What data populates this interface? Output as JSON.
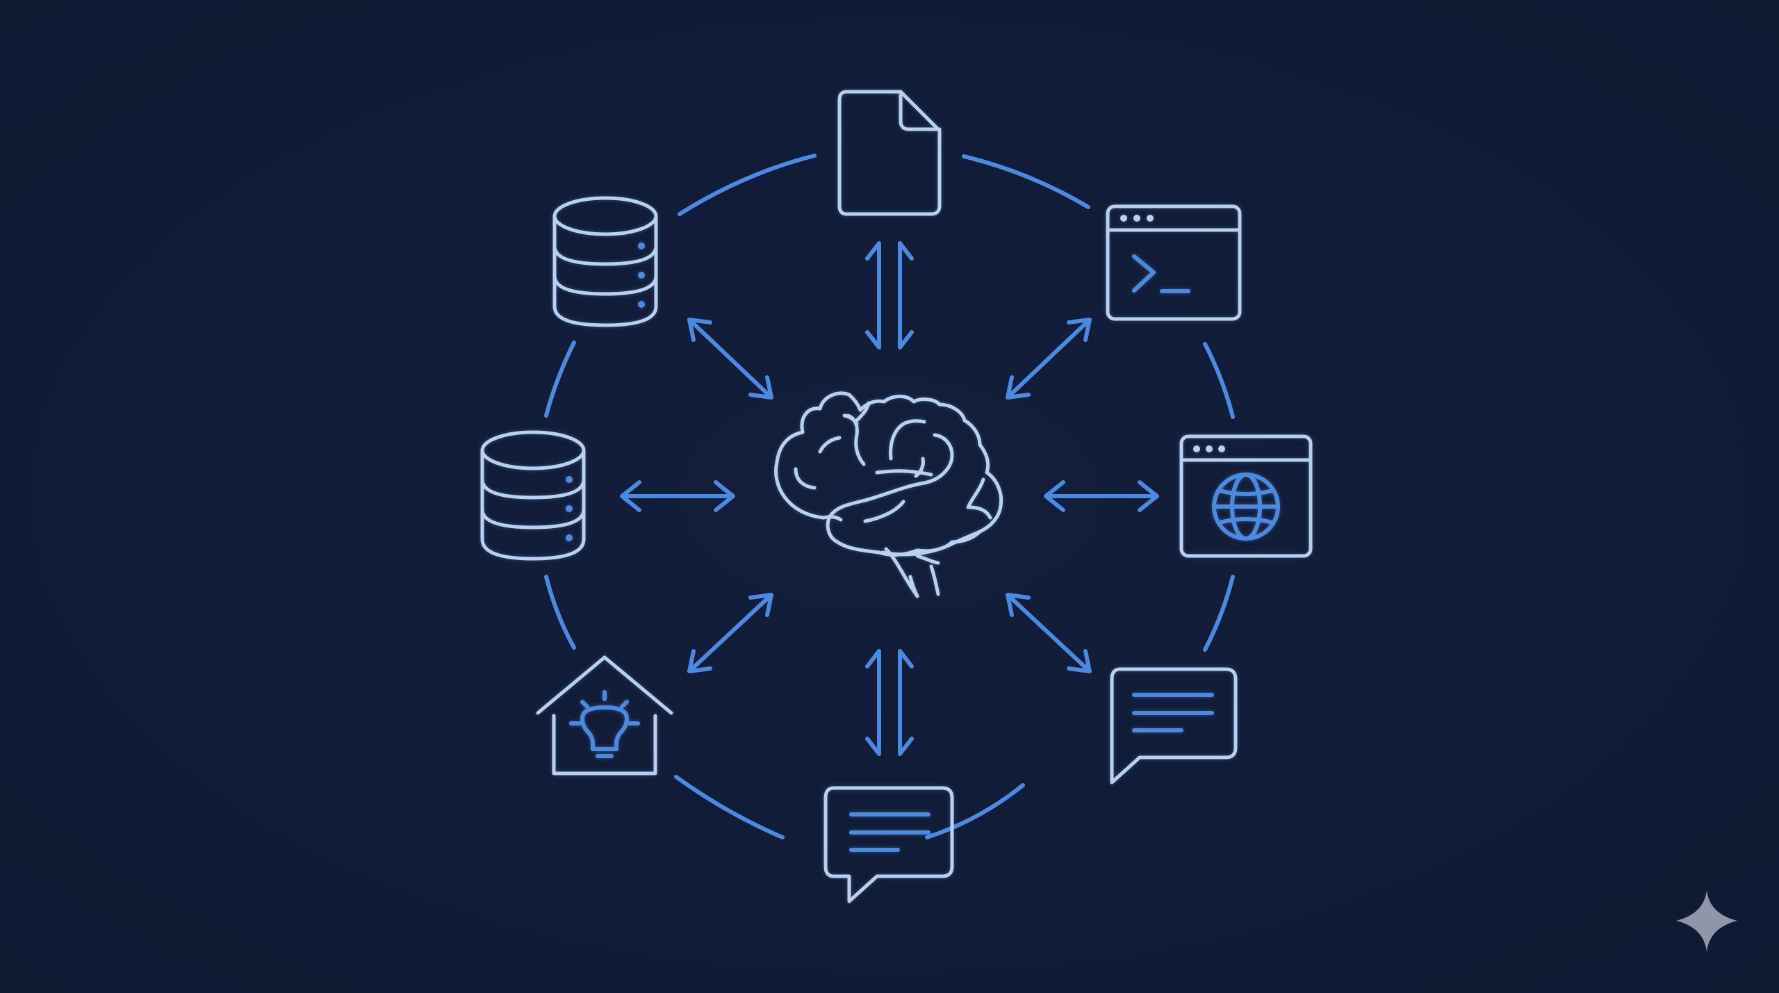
{
  "diagram": {
    "title": "",
    "description": "Central brain (AI model) connected by bidirectional arrows to eight surrounding tools/data sources arranged in a ring",
    "background_color": "#111c37",
    "outline_color": "#b9d1ee",
    "accent_color": "#4a8ae0",
    "center": {
      "icon": "brain-icon",
      "label": ""
    },
    "nodes": [
      {
        "id": "top",
        "icon": "document-icon",
        "position": "top"
      },
      {
        "id": "top-right",
        "icon": "terminal-window-icon",
        "position": "top-right"
      },
      {
        "id": "right",
        "icon": "browser-globe-icon",
        "position": "right"
      },
      {
        "id": "bottom-right",
        "icon": "chat-bubble-icon",
        "position": "bottom-right"
      },
      {
        "id": "bottom",
        "icon": "chat-bubble-icon",
        "position": "bottom"
      },
      {
        "id": "bottom-left",
        "icon": "smart-home-lightbulb-icon",
        "position": "bottom-left"
      },
      {
        "id": "left",
        "icon": "database-icon",
        "position": "left"
      },
      {
        "id": "top-left",
        "icon": "database-icon",
        "position": "top-left"
      }
    ],
    "connections": [
      {
        "from": "center",
        "to": "top",
        "type": "bidirectional"
      },
      {
        "from": "center",
        "to": "top-right",
        "type": "bidirectional"
      },
      {
        "from": "center",
        "to": "right",
        "type": "bidirectional"
      },
      {
        "from": "center",
        "to": "bottom-right",
        "type": "bidirectional"
      },
      {
        "from": "center",
        "to": "bottom",
        "type": "bidirectional"
      },
      {
        "from": "center",
        "to": "bottom-left",
        "type": "bidirectional"
      },
      {
        "from": "center",
        "to": "left",
        "type": "bidirectional"
      },
      {
        "from": "center",
        "to": "top-left",
        "type": "bidirectional"
      }
    ],
    "ring": {
      "segments": 8,
      "style": "dashed-arc"
    }
  },
  "watermark": {
    "icon": "sparkle-icon"
  }
}
